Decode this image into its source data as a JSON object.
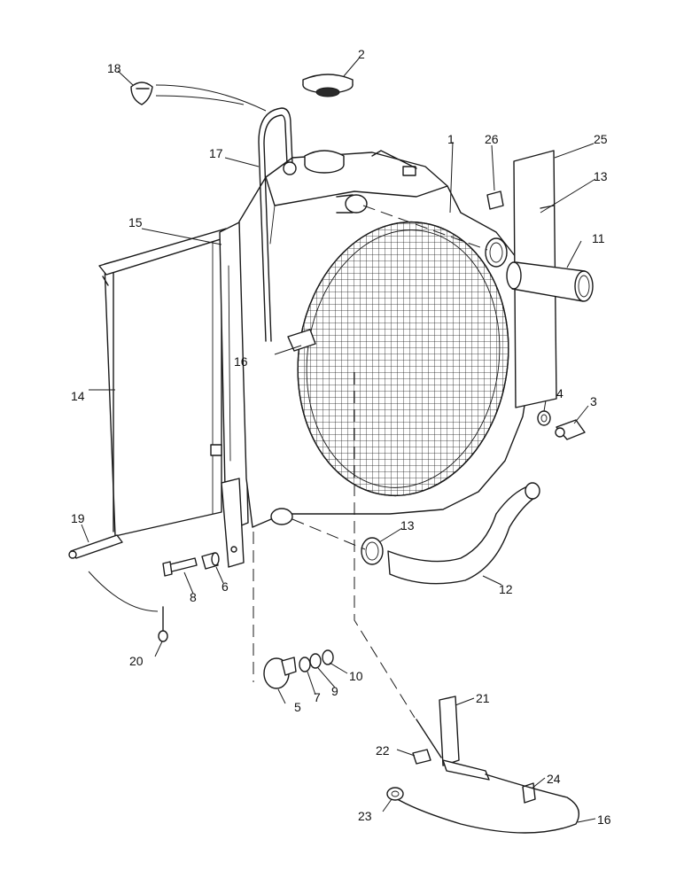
{
  "labels": {
    "p1": "1",
    "p2": "2",
    "p3": "3",
    "p4": "4",
    "p5": "5",
    "p6": "6",
    "p7": "7",
    "p8": "8",
    "p9": "9",
    "p10": "10",
    "p11": "11",
    "p12": "12",
    "p13a": "13",
    "p13b": "13",
    "p14": "14",
    "p15": "15",
    "p16a": "16",
    "p16b": "16",
    "p17": "17",
    "p18": "18",
    "p19": "19",
    "p20": "20",
    "p21": "21",
    "p22": "22",
    "p23": "23",
    "p24": "24",
    "p25": "25",
    "p26": "26"
  },
  "colors": {
    "ink": "#1a1a1a",
    "background": "#ffffff"
  }
}
